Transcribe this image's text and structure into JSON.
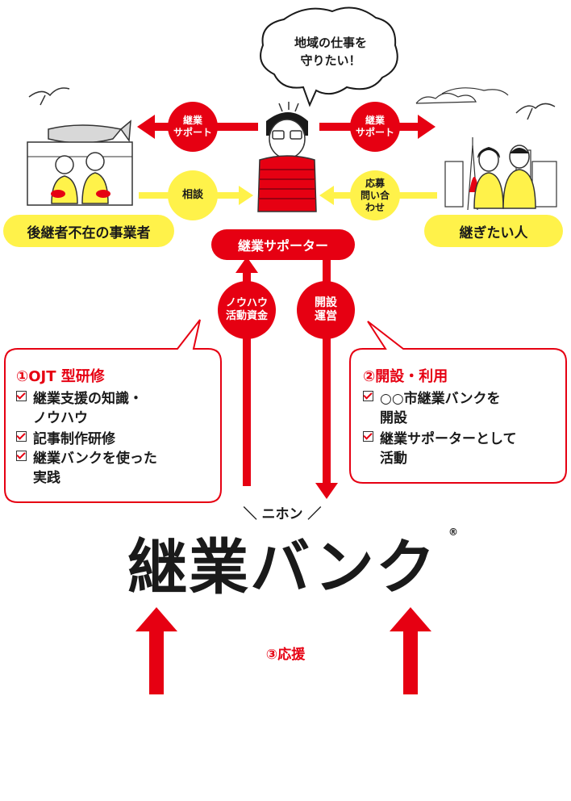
{
  "speech_bubble": {
    "line1": "地域の仕事を",
    "line2": "守りたい！"
  },
  "left_group": {
    "label": "後継者不在の事業者"
  },
  "right_group": {
    "label": "継ぎたい人"
  },
  "circles": {
    "support_left": {
      "line1": "継業",
      "line2": "サポート"
    },
    "support_right": {
      "line1": "継業",
      "line2": "サポート"
    },
    "consult": {
      "label": "相談"
    },
    "inquiry": {
      "line1": "応募",
      "line2": "問い合",
      "line3": "わせ"
    },
    "knowhow": {
      "line1": "ノウハウ",
      "line2": "活動資金"
    },
    "operate": {
      "line1": "開設",
      "line2": "運営"
    }
  },
  "supporter_pill": {
    "label": "継業サポーター"
  },
  "callout_left": {
    "title": "①OJT 型研修",
    "items": [
      "継業支援の知識・\nノウハウ",
      "記事制作研修",
      "継業バンクを使った\n実践"
    ]
  },
  "callout_right": {
    "title": "②開設・利用",
    "items": [
      "○○市継業バンクを\n開設",
      "継業サポーターとして\n活動"
    ]
  },
  "brand": {
    "tagline": "＼ ニホン ／",
    "logo": "継業バンク",
    "registered": "®"
  },
  "support_label": "③応援",
  "colors": {
    "red": "#e60012",
    "yellow": "#fff24a",
    "text": "#1a1a1a"
  }
}
